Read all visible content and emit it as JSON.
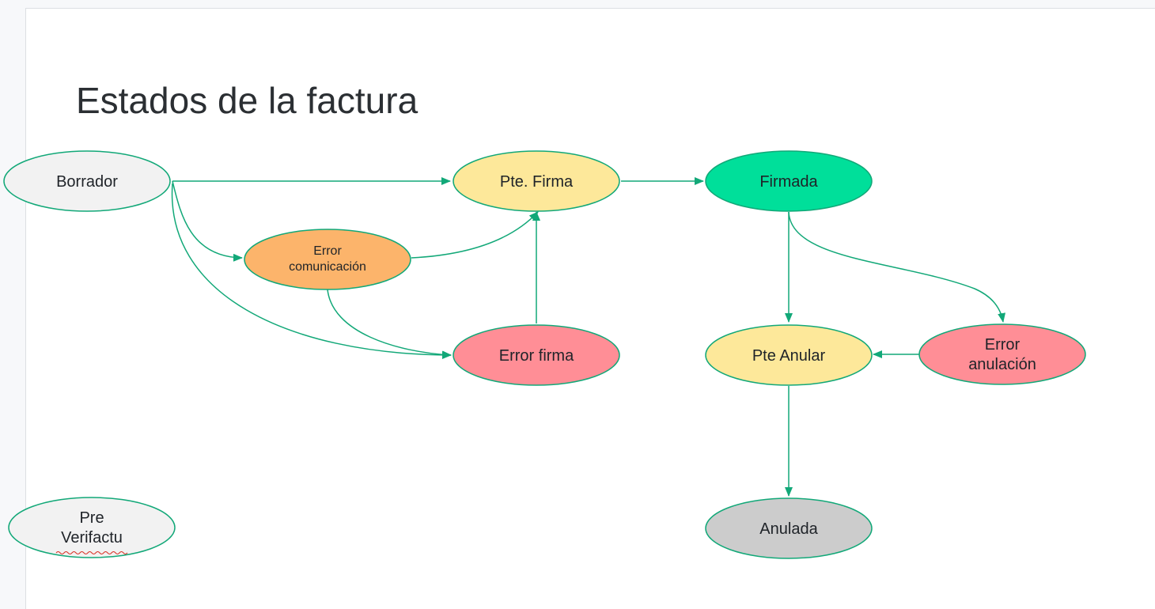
{
  "slide": {
    "title": "Estados de la factura"
  },
  "colors": {
    "edge": "#12a878",
    "node_border": "#12a878",
    "spellcheck": "#d93025",
    "title": "#2b2f33"
  },
  "nodes": {
    "borrador": {
      "lines": [
        "Borrador"
      ],
      "fill": "#f2f2f2"
    },
    "pte_firma": {
      "lines": [
        "Pte. Firma"
      ],
      "fill": "#fde89a"
    },
    "firmada": {
      "lines": [
        "Firmada"
      ],
      "fill": "#00df9a"
    },
    "error_comunicacion": {
      "lines": [
        "Error",
        "comunicación"
      ],
      "fill": "#fcb46b"
    },
    "error_firma": {
      "lines": [
        "Error firma"
      ],
      "fill": "#ff8e96"
    },
    "pte_anular": {
      "lines": [
        "Pte Anular"
      ],
      "fill": "#fde89a"
    },
    "error_anulacion": {
      "lines": [
        "Error",
        "anulación"
      ],
      "fill": "#ff8e96"
    },
    "anulada": {
      "lines": [
        "Anulada"
      ],
      "fill": "#cccccc"
    },
    "pre_verifactu": {
      "lines": [
        "Pre",
        "Verifactu"
      ],
      "fill": "#f2f2f2"
    }
  }
}
